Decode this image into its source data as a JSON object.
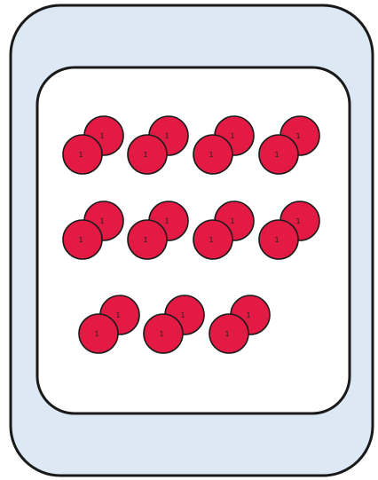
{
  "colors": {
    "tray_outer_fill": "#dde8f5",
    "tray_border": "#1a1a1a",
    "tray_inner_fill": "#ffffff",
    "coin_fill": "#e31b44",
    "coin_stroke": "#1a1a1a"
  },
  "coin_label": "1",
  "groups_per_row": [
    4,
    4,
    3
  ],
  "coins_per_group": 2,
  "total_coins": 22
}
